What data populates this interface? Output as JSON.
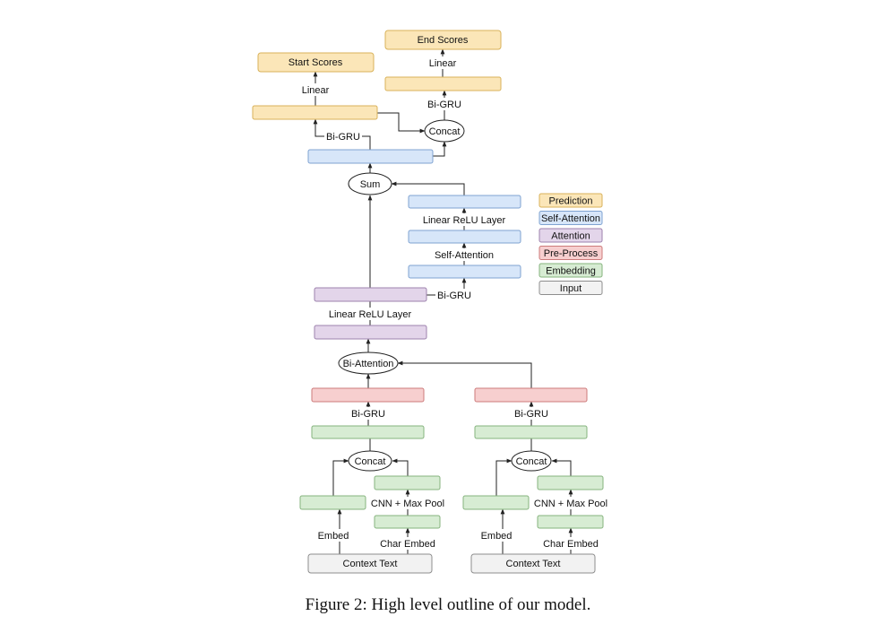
{
  "colors": {
    "prediction": {
      "fill": "#fbe6b8",
      "stroke": "#d8b25a"
    },
    "self_attention": {
      "fill": "#d7e6f9",
      "stroke": "#7fa3d1"
    },
    "attention": {
      "fill": "#e3d5ea",
      "stroke": "#9d82ad"
    },
    "pre_process": {
      "fill": "#f7cfcf",
      "stroke": "#cc7b7b"
    },
    "embedding": {
      "fill": "#d7ecd3",
      "stroke": "#86b37e"
    },
    "input": {
      "fill": "#f2f2f2",
      "stroke": "#8d8d8d"
    }
  },
  "nodes": {
    "end_scores": "End Scores",
    "start_scores": "Start Scores",
    "concat_top": "Concat",
    "sum": "Sum",
    "bi_attention": "Bi-Attention",
    "concat_left": "Concat",
    "concat_right": "Concat",
    "context_text_left": "Context Text",
    "context_text_right": "Context Text"
  },
  "edge_labels": {
    "linear_end": "Linear",
    "linear_start": "Linear",
    "bigru_end": "Bi-GRU",
    "bigru_start": "Bi-GRU",
    "linear_relu_self": "Linear ReLU Layer",
    "self_attention": "Self-Attention",
    "bigru_self": "Bi-GRU",
    "linear_relu_attn": "Linear ReLU Layer",
    "bigru_left": "Bi-GRU",
    "bigru_right": "Bi-GRU",
    "cnn_left": "CNN + Max Pool",
    "cnn_right": "CNN + Max Pool",
    "embed_left": "Embed",
    "embed_right": "Embed",
    "char_embed_left": "Char Embed",
    "char_embed_right": "Char Embed"
  },
  "legend": [
    {
      "label": "Prediction",
      "color": "prediction"
    },
    {
      "label": "Self-Attention",
      "color": "self_attention"
    },
    {
      "label": "Attention",
      "color": "attention"
    },
    {
      "label": "Pre-Process",
      "color": "pre_process"
    },
    {
      "label": "Embedding",
      "color": "embedding"
    },
    {
      "label": "Input",
      "color": "input"
    }
  ],
  "caption": "Figure 2: High level outline of our model."
}
